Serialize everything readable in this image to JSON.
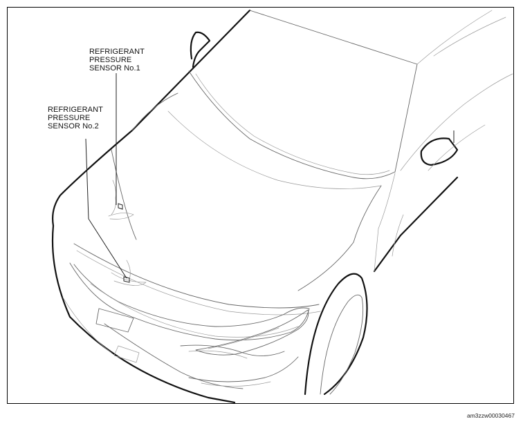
{
  "callouts": [
    {
      "lines": [
        "REFRIGERANT",
        "PRESSURE",
        "SENSOR No.1"
      ]
    },
    {
      "lines": [
        "REFRIGERANT",
        "PRESSURE",
        "SENSOR No.2"
      ]
    }
  ],
  "figure_id": "am3zzw00030467"
}
